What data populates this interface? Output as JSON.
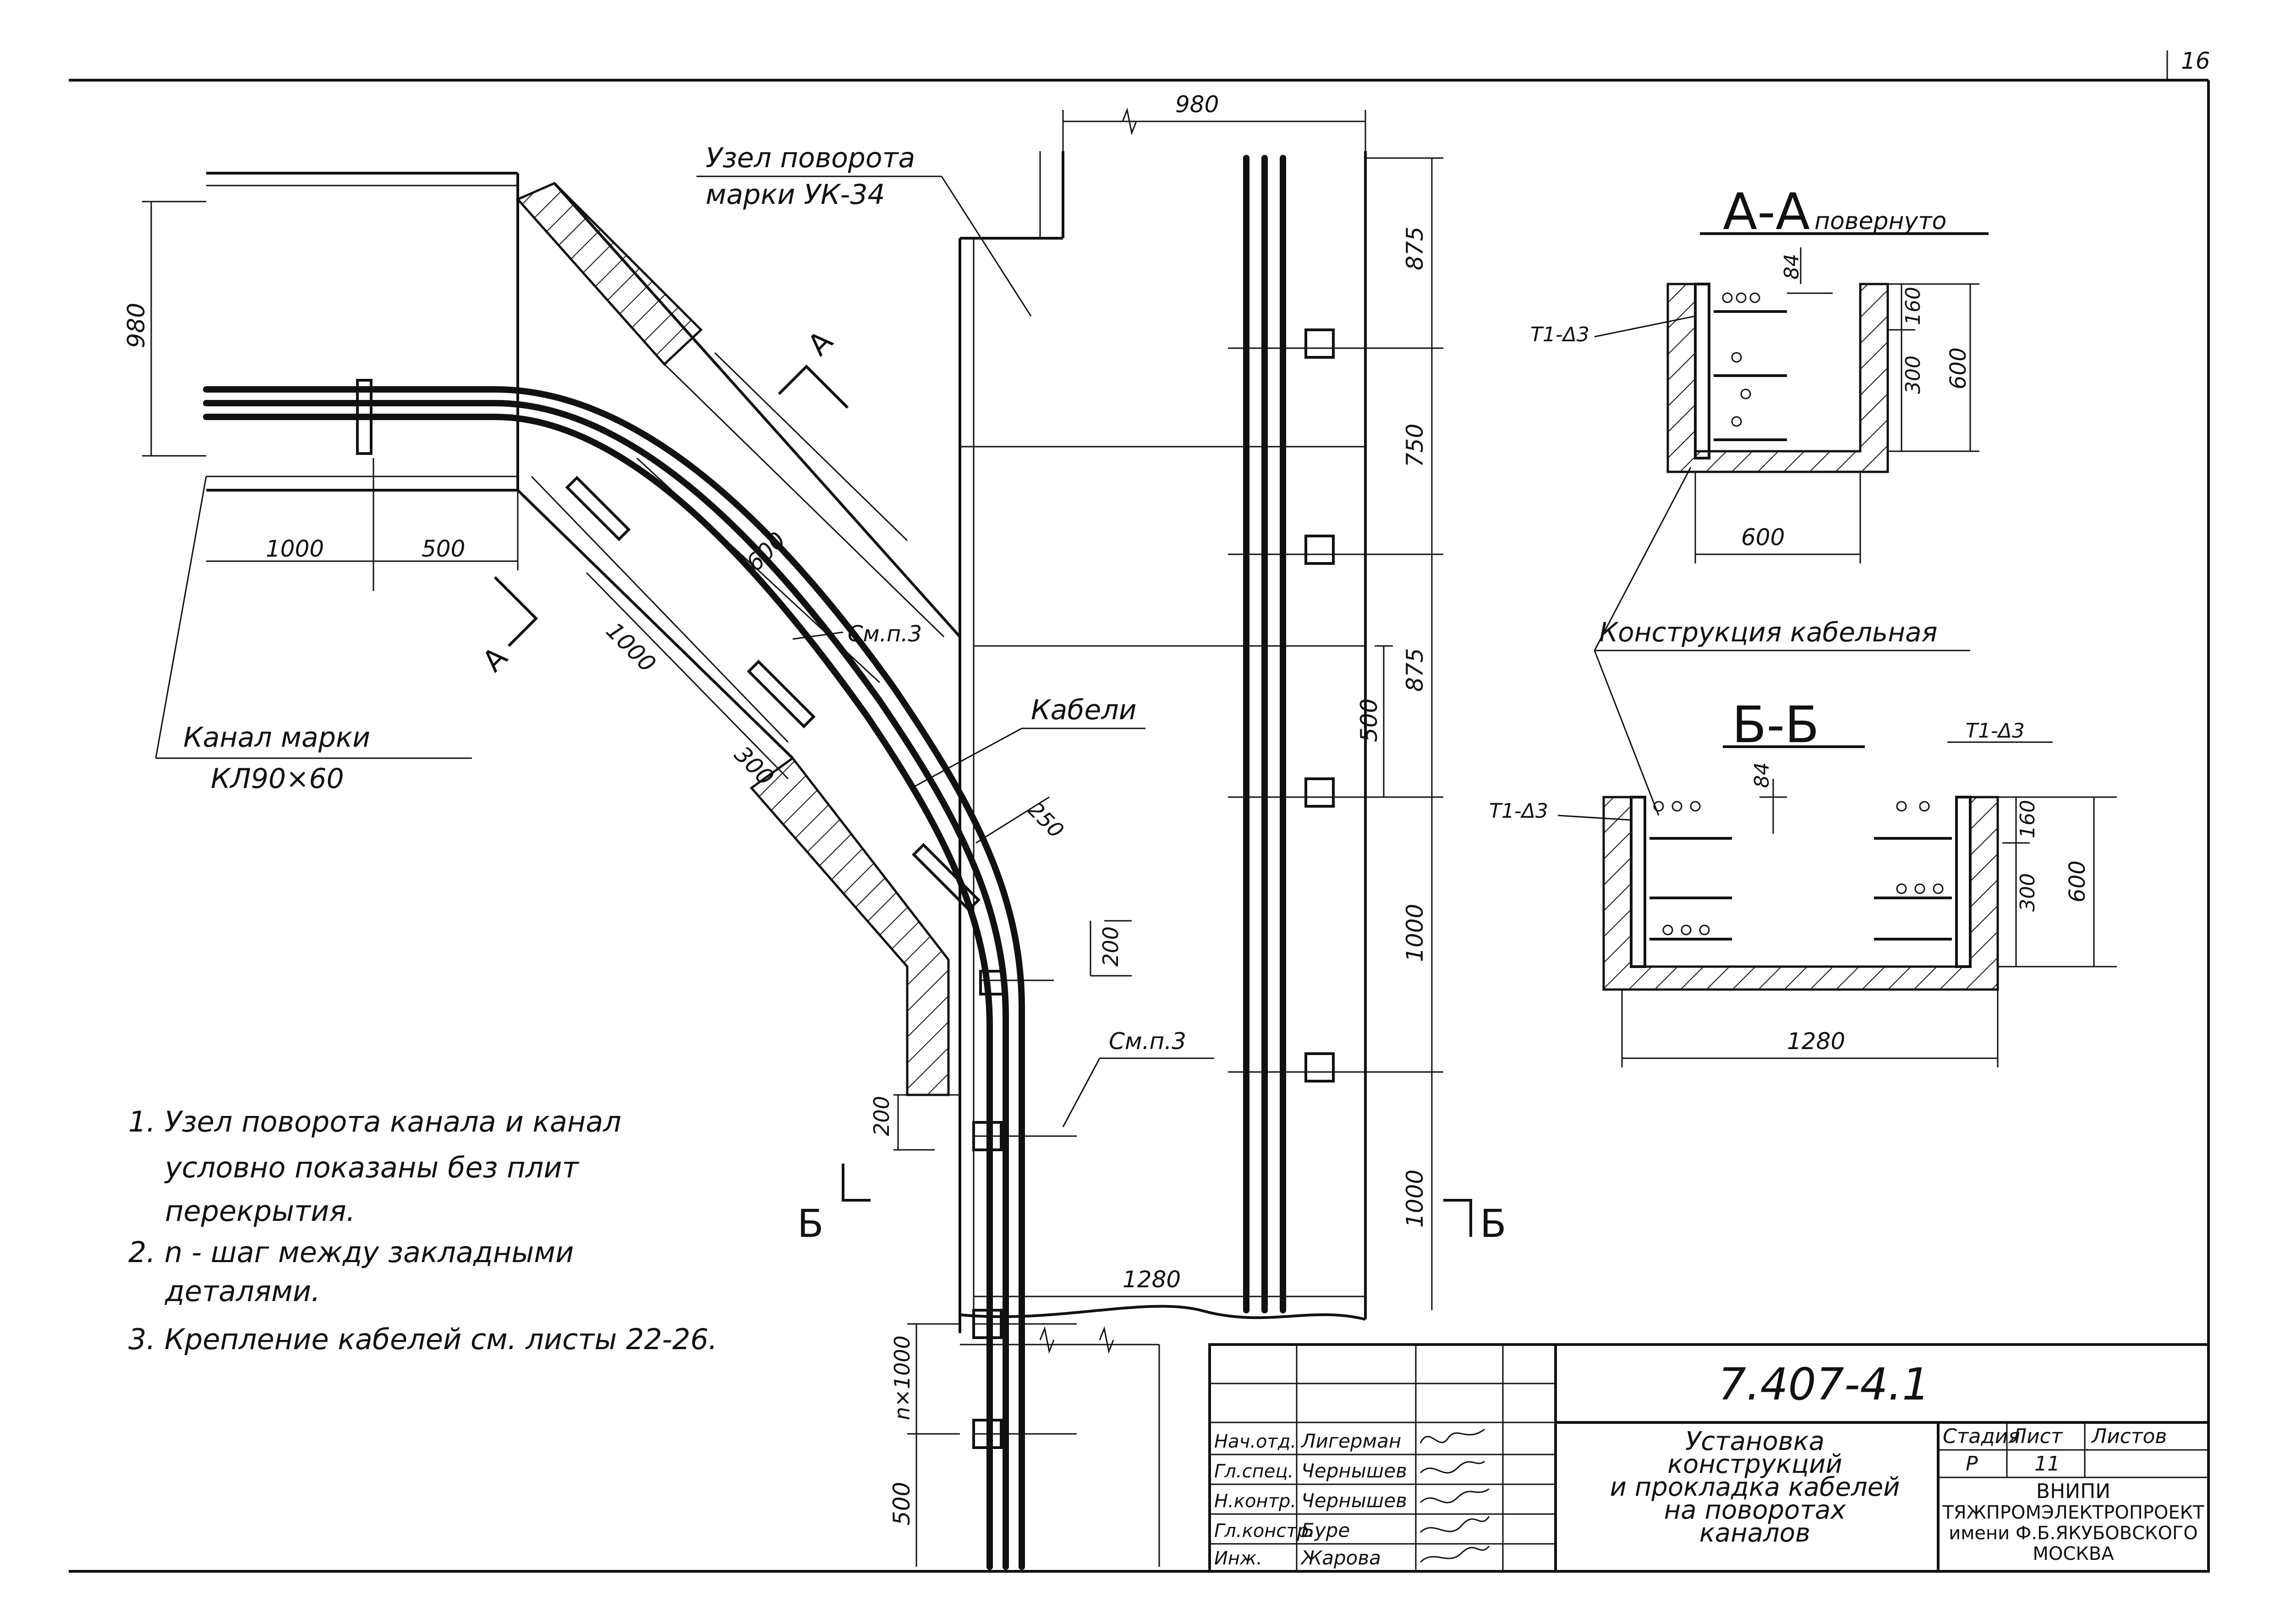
{
  "sheet_number": "16",
  "labels": {
    "node_title_1": "Узел поворота",
    "node_title_2": "марки УК-34",
    "channel_title_1": "Канал марки",
    "channel_title_2": "КЛ90×60",
    "cables": "Кабели",
    "see_note_1": "См.п.3",
    "see_note_2": "См.п.3",
    "section_aa_main": "А-А",
    "section_aa_rot": "повернуто",
    "section_bb": "Б-Б",
    "cable_construction": "Конструкция кабельная",
    "t1_aa": "Т1-Δ3",
    "t1_bb_left": "Т1-Δ3",
    "t1_bb_right": "Т1-Δ3",
    "cut_a_top": "А",
    "cut_a_bottom": "А",
    "cut_b_left": "Б",
    "cut_b_right": "Б"
  },
  "dimensions": {
    "d980_top": "980",
    "d980_left": "980",
    "d1000_a": "1000",
    "d500_a": "500",
    "d600_diag": "600",
    "d1000_diag": "1000",
    "d300_diag": "300",
    "d250": "250",
    "d200_right": "200",
    "d200_left": "200",
    "d1280_plan": "1280",
    "d875_top": "875",
    "d750": "750",
    "d875_mid": "875",
    "d500_mid": "500",
    "d1000_mid": "1000",
    "d1000_low": "1000",
    "dn1000": "n×1000",
    "d500_bottom": "500",
    "aa_84": "84",
    "aa_160": "160",
    "aa_300": "300",
    "aa_600_h": "600",
    "aa_600_w": "600",
    "bb_84": "84",
    "bb_160": "160",
    "bb_300": "300",
    "bb_600_h": "600",
    "bb_1280": "1280"
  },
  "notes": [
    "1. Узел поворота канала и канал",
    "условно показаны без плит",
    "перекрытия.",
    "2. n - шаг между закладными",
    "деталями.",
    "3. Крепление кабелей см. листы 22-26."
  ],
  "title_block": {
    "doc_code": "7.407-4.1",
    "title_lines": [
      "Установка",
      "конструкций",
      "и прокладка кабелей",
      "на поворотах",
      "каналов"
    ],
    "roles": [
      "Нач.отд.",
      "Гл.спец.",
      "Н.контр.",
      "Гл.констр.",
      "Инж."
    ],
    "names": [
      "Лигерман",
      "Чернышев",
      "Чернышев",
      "Буре",
      "Жарова"
    ],
    "col_stage": "Стадия",
    "col_sheet": "Лист",
    "col_sheets": "Листов",
    "stage": "Р",
    "sheet": "11",
    "org_1": "ВНИПИ",
    "org_2": "ТЯЖПРОМЭЛЕКТРОПРОЕКТ",
    "org_3": "имени Ф.Б.ЯКУБОВСКОГО",
    "org_4": "МОСКВА"
  }
}
